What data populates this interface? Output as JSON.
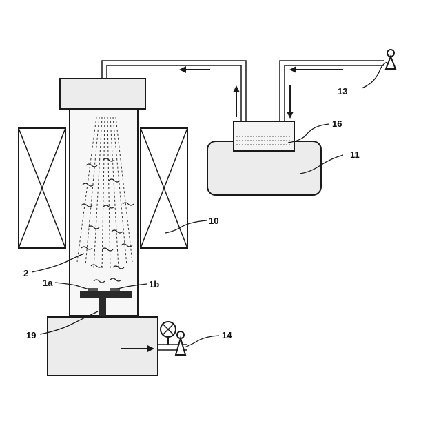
{
  "labels": {
    "l13": "13",
    "l16": "16",
    "l11": "11",
    "l10": "10",
    "l2": "2",
    "l1a": "1a",
    "l1b": "1b",
    "l19": "19",
    "l14": "14"
  },
  "colors": {
    "line": "#1a1a1a",
    "fill": "#ededed",
    "paper": "#ffffff"
  },
  "icons": [
    "valve-icon",
    "pump-icon",
    "arrow-icon"
  ]
}
